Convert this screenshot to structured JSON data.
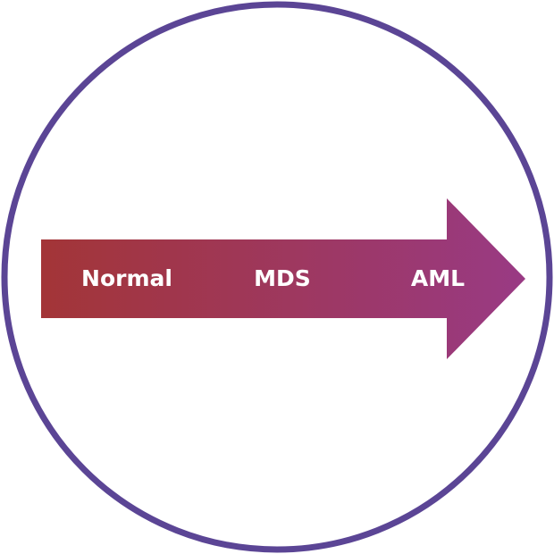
{
  "diagram": {
    "stages": [
      {
        "label": "Normal"
      },
      {
        "label": "MDS"
      },
      {
        "label": "AML"
      }
    ]
  },
  "colors": {
    "circle_stroke": "#5b4595",
    "background": "#ffffff",
    "arrow_start": "#a33537",
    "arrow_end": "#993a84",
    "label_text": "#ffffff"
  }
}
